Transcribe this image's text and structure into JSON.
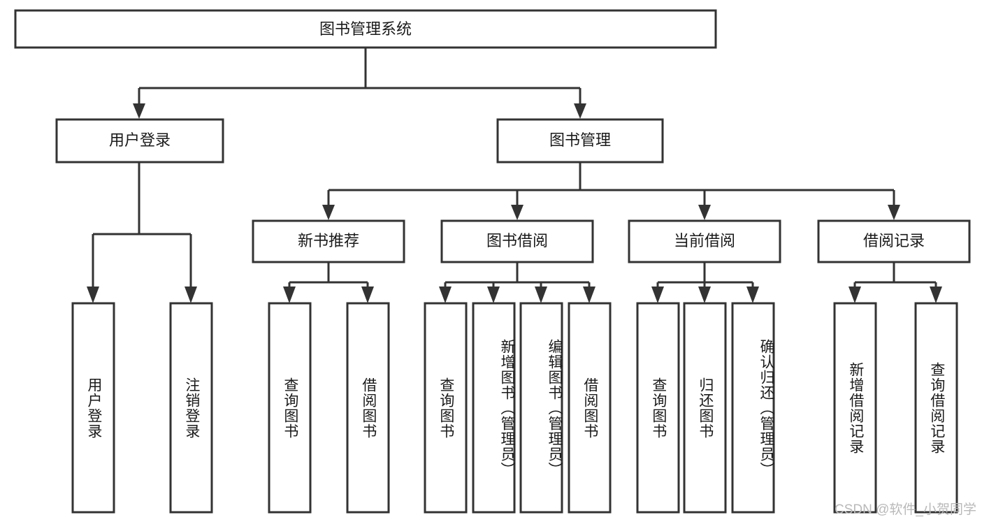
{
  "diagram": {
    "type": "tree-hierarchy",
    "title": "图书管理系统",
    "orientation": "top-down",
    "colors": {
      "box_stroke": "#333333",
      "box_fill": "#ffffff",
      "connector": "#333333",
      "text": "#1a1a1a",
      "watermark": "#b9b9b9",
      "background": "#ffffff"
    },
    "root": {
      "label": "图书管理系统"
    },
    "level2": [
      {
        "label": "用户登录"
      },
      {
        "label": "图书管理"
      }
    ],
    "level3": [
      {
        "label": "新书推荐"
      },
      {
        "label": "图书借阅"
      },
      {
        "label": "当前借阅"
      },
      {
        "label": "借阅记录"
      }
    ],
    "leaves": {
      "user_login": [
        {
          "label": "用户登录"
        },
        {
          "label": "注销登录"
        }
      ],
      "new_book_recommend": [
        {
          "label": "查询图书"
        },
        {
          "label": "借阅图书"
        }
      ],
      "book_borrow": [
        {
          "label": "查询图书"
        },
        {
          "label": "新增图书（管理员）"
        },
        {
          "label": "编辑图书（管理员）"
        },
        {
          "label": "借阅图书"
        }
      ],
      "current_borrow": [
        {
          "label": "查询图书"
        },
        {
          "label": "归还图书"
        },
        {
          "label": "确认归还（管理员）"
        }
      ],
      "borrow_record": [
        {
          "label": "新增借阅记录"
        },
        {
          "label": "查询借阅记录"
        }
      ]
    }
  },
  "watermark": {
    "text": "CSDN @软件_小贺同学"
  }
}
